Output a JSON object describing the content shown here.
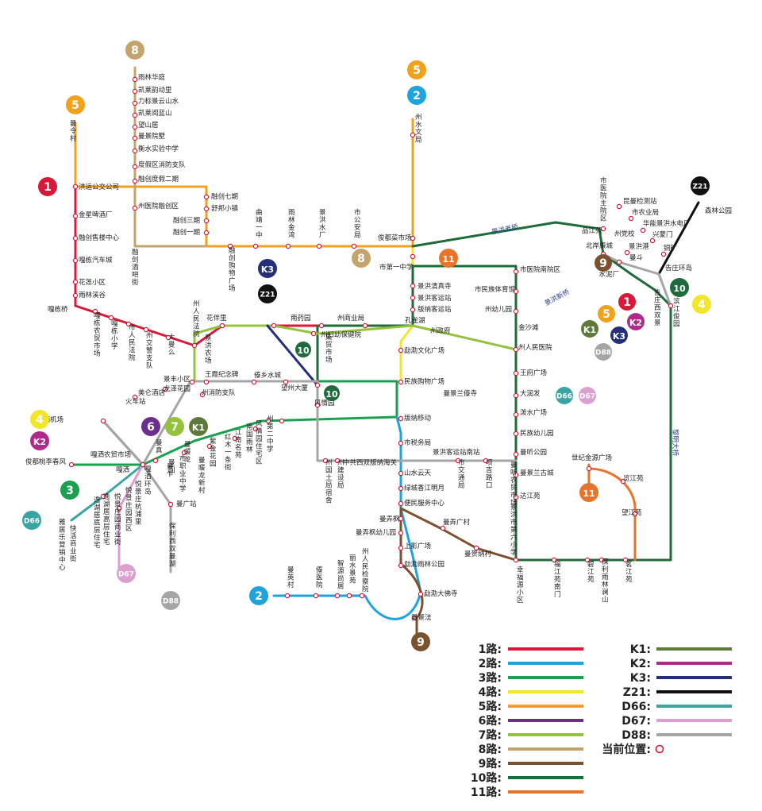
{
  "colors": {
    "1": "#d7193a",
    "2": "#1ea3dc",
    "3": "#1aa051",
    "4": "#f2e52a",
    "5": "#f0a21c",
    "6": "#6b2f8e",
    "7": "#95c23d",
    "8": "#c4a46c",
    "9": "#7a5230",
    "10": "#1f6b3b",
    "11": "#e8742b",
    "K1": "#5d7a3a",
    "K2": "#b02a8c",
    "K3": "#26307a",
    "Z21": "#111111",
    "D66": "#3aa3a3",
    "D67": "#dba0d0",
    "D88": "#a5a5a5",
    "now": "#d7193a"
  },
  "legend": [
    {
      "line": "1",
      "label": "1路:"
    },
    {
      "line": "2",
      "label": "2路:"
    },
    {
      "line": "3",
      "label": "3路:"
    },
    {
      "line": "4",
      "label": "4路:"
    },
    {
      "line": "5",
      "label": "5路:"
    },
    {
      "line": "6",
      "label": "6路:"
    },
    {
      "line": "7",
      "label": "7路:"
    },
    {
      "line": "8",
      "label": "8路:"
    },
    {
      "line": "9",
      "label": "9路:"
    },
    {
      "line": "10",
      "label": "10路:"
    },
    {
      "line": "11",
      "label": "11路:"
    },
    {
      "line": "K1",
      "label": "K1:"
    },
    {
      "line": "K2",
      "label": "K2:"
    },
    {
      "line": "K3",
      "label": "K3:"
    },
    {
      "line": "Z21",
      "label": "Z21:"
    },
    {
      "line": "D66",
      "label": "D66:"
    },
    {
      "line": "D67",
      "label": "D67:"
    },
    {
      "line": "D88",
      "label": "D88:"
    }
  ],
  "current_position_label": "当前位置:",
  "bridges": [
    "景洪老桥",
    "景洪新桥",
    "黎明大桥"
  ],
  "stops": [
    "洪运公交公司",
    "金星啤酒厂",
    "融创售楼中心",
    "嘎栋汽车城",
    "花莲小区",
    "雨林溪谷",
    "嘎栋桥",
    "嘎栋农贸市场",
    "嘎栋小学",
    "市人民法院",
    "州交警支队",
    "大曼么",
    "州人民法院",
    "雨林华庭",
    "凯莱韵动里",
    "力标景云山水",
    "凯莱阅蓝山",
    "望山居",
    "曼景院墅",
    "衡水实验中学",
    "度假区消防支队",
    "融创度假二期",
    "州医院融创区",
    "融创酒吧街",
    "融创七期",
    "舒邦小镇",
    "融创三期",
    "融创一期",
    "融创购物广场",
    "曲靖一中",
    "雨林金湾",
    "景洪水厂",
    "市公安局",
    "曼令村",
    "州水文局",
    "俊都菜市场",
    "市第一中学",
    "景洪清真寺",
    "景洪客运站",
    "版纳客运站",
    "孔雀湖",
    "勐泐文化广场",
    "民族购物广场",
    "版纳移动",
    "市税务局",
    "山水云天",
    "绿城香江明月",
    "便民服务中心",
    "曼弄枫",
    "曼弄枫幼儿园",
    "上影广场",
    "勐泐雨林公园",
    "勐泐大佛寺",
    "曼景法",
    "曼英村",
    "傣医院",
    "智源尚居",
    "丽水景苑",
    "州人民检察院",
    "花伴里",
    "景洪农场",
    "南药园",
    "州商业局",
    "州妇幼保健院",
    "集贸市场",
    "风情园",
    "望州大厦",
    "傣乡水城",
    "王霞纪念碑",
    "景丰小区",
    "龙泽花园",
    "美仑酒店",
    "火车站",
    "州消防支队",
    "嘎洒机场",
    "嘎洒农贸市场",
    "嘎洒",
    "俊都桃李春风",
    "嘎洒环岛",
    "曼真",
    "曼乍",
    "曼暖龙",
    "紫金花园",
    "红木一条街",
    "江南名苑",
    "南国雨林",
    "风情园住宅区",
    "州第二中学",
    "曼回",
    "市职业中学",
    "曼暖龙新村",
    "逸湖居高层住宅",
    "逸湖居底层住宅",
    "悦景庄园西区",
    "悦景庄园商业街",
    "雅居乐营销中心",
    "快活商业街",
    "悦景庄杭浦里",
    "曼广站",
    "保利西双曼湖",
    "州政府",
    "州人民医院",
    "王府广场",
    "大润发",
    "泼水广场",
    "民族幼儿园",
    "曼听公园",
    "曼景兰古城",
    "达江苑",
    "曼景兰傣寺",
    "曼听农贸市场",
    "景洪市第六小学",
    "幸福源小区",
    "福江苑南门",
    "碧江苑",
    "保利雨林澜山",
    "茗江苑",
    "州国土局宿舍",
    "州建设局",
    "中共西双版纳海关",
    "市交通局",
    "坝吉路口",
    "景洪客运站南站",
    "曼贺纳村",
    "曼弄广村",
    "市医院南院区",
    "市民族体育馆",
    "州幼儿园",
    "金沙滩",
    "市医院主院区",
    "昆曼检测站",
    "市农业局",
    "华能景洪水电厂",
    "兴蒙门",
    "铜矿",
    "告庄环岛",
    "告庄西双景",
    "滨江俊园",
    "森林公园",
    "品江苑",
    "州党校",
    "景洪港",
    "曼斗",
    "北岸康城",
    "水泥厂",
    "世纪金源广场",
    "览江苑",
    "望江苑"
  ]
}
